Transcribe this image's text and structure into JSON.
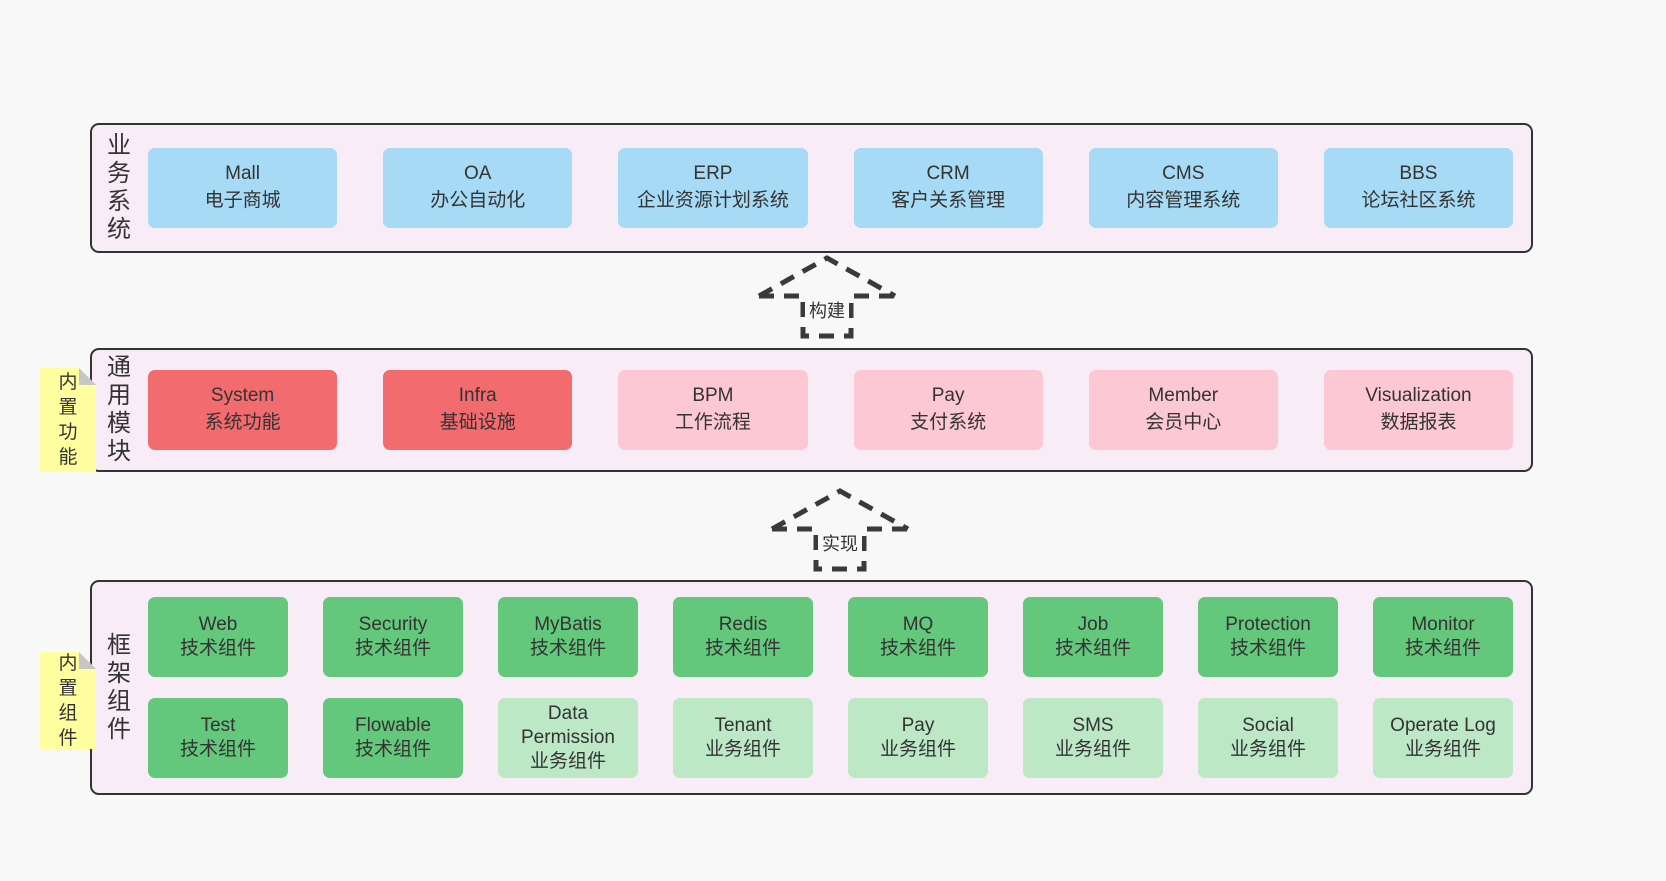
{
  "colors": {
    "page_bg": "#f8f8f8",
    "panel_bg": "#f8edf6",
    "border": "#333333",
    "text": "#333333",
    "blue": "#a6daf5",
    "red": "#f26b6e",
    "pink": "#fbc8d3",
    "green_dark": "#64c87c",
    "green_light": "#bce8c6",
    "yellow": "#ffff9f",
    "fold": "#c6c6c6",
    "arrow": "#3a3a3a"
  },
  "sections": [
    {
      "id": "business",
      "side_label": "业务系统",
      "rows": [
        [
          {
            "title": "Mall",
            "subtitle": "电子商城",
            "variant": "blue"
          },
          {
            "title": "OA",
            "subtitle": "办公自动化",
            "variant": "blue"
          },
          {
            "title": "ERP",
            "subtitle": "企业资源计划系统",
            "variant": "blue"
          },
          {
            "title": "CRM",
            "subtitle": "客户关系管理",
            "variant": "blue"
          },
          {
            "title": "CMS",
            "subtitle": "内容管理系统",
            "variant": "blue"
          },
          {
            "title": "BBS",
            "subtitle": "论坛社区系统",
            "variant": "blue"
          }
        ]
      ]
    },
    {
      "id": "modules",
      "side_label": "通用模块",
      "note": "内置功能",
      "rows": [
        [
          {
            "title": "System",
            "subtitle": "系统功能",
            "variant": "red"
          },
          {
            "title": "Infra",
            "subtitle": "基础设施",
            "variant": "red"
          },
          {
            "title": "BPM",
            "subtitle": "工作流程",
            "variant": "pink"
          },
          {
            "title": "Pay",
            "subtitle": "支付系统",
            "variant": "pink"
          },
          {
            "title": "Member",
            "subtitle": "会员中心",
            "variant": "pink"
          },
          {
            "title": "Visualization",
            "subtitle": "数据报表",
            "variant": "pink"
          }
        ]
      ]
    },
    {
      "id": "framework",
      "side_label": "框架组件",
      "note": "内置组件",
      "rows": [
        [
          {
            "title": "Web",
            "subtitle": "技术组件",
            "variant": "green"
          },
          {
            "title": "Security",
            "subtitle": "技术组件",
            "variant": "green"
          },
          {
            "title": "MyBatis",
            "subtitle": "技术组件",
            "variant": "green"
          },
          {
            "title": "Redis",
            "subtitle": "技术组件",
            "variant": "green"
          },
          {
            "title": "MQ",
            "subtitle": "技术组件",
            "variant": "green"
          },
          {
            "title": "Job",
            "subtitle": "技术组件",
            "variant": "green"
          },
          {
            "title": "Protection",
            "subtitle": "技术组件",
            "variant": "green"
          },
          {
            "title": "Monitor",
            "subtitle": "技术组件",
            "variant": "green"
          }
        ],
        [
          {
            "title": "Test",
            "subtitle": "技术组件",
            "variant": "green"
          },
          {
            "title": "Flowable",
            "subtitle": "技术组件",
            "variant": "green"
          },
          {
            "title": "Data Permission",
            "subtitle": "业务组件",
            "variant": "green-light"
          },
          {
            "title": "Tenant",
            "subtitle": "业务组件",
            "variant": "green-light"
          },
          {
            "title": "Pay",
            "subtitle": "业务组件",
            "variant": "green-light"
          },
          {
            "title": "SMS",
            "subtitle": "业务组件",
            "variant": "green-light"
          },
          {
            "title": "Social",
            "subtitle": "业务组件",
            "variant": "green-light"
          },
          {
            "title": "Operate Log",
            "subtitle": "业务组件",
            "variant": "green-light"
          }
        ]
      ]
    }
  ],
  "arrows": [
    {
      "id": "build",
      "label": "构建"
    },
    {
      "id": "implement",
      "label": "实现"
    }
  ]
}
